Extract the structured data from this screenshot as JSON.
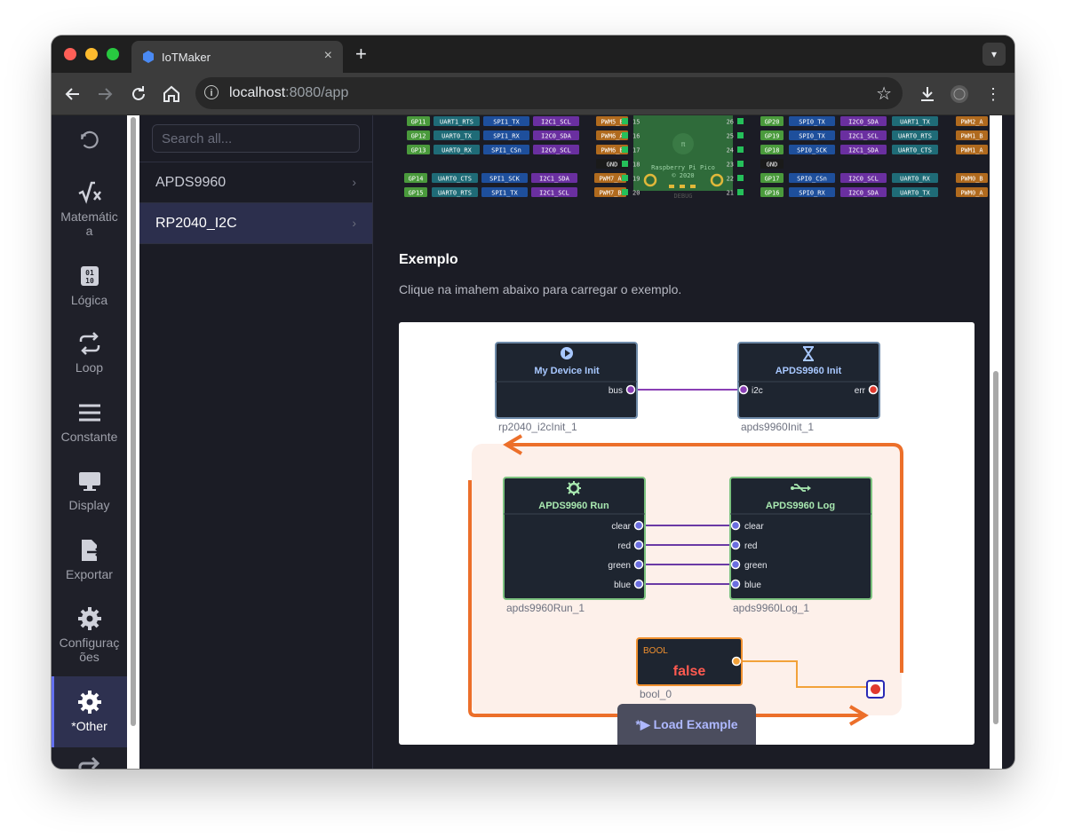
{
  "browser": {
    "tab_title": "IoTMaker",
    "tab_close": "×",
    "new_tab": "+",
    "url_host": "localhost",
    "url_path": ":8080/app"
  },
  "leftnav": {
    "items": [
      {
        "label": "Matemátic\na",
        "icon": "sqrt-x-icon"
      },
      {
        "label": "Lógica",
        "icon": "binary-icon"
      },
      {
        "label": "Loop",
        "icon": "loop-icon"
      },
      {
        "label": "Constante",
        "icon": "menu-lines-icon"
      },
      {
        "label": "Display",
        "icon": "monitor-icon"
      },
      {
        "label": "Exportar",
        "icon": "file-export-icon"
      },
      {
        "label": "Configuraç\nões",
        "icon": "gear-icon"
      },
      {
        "label": "*Other",
        "icon": "gear-icon",
        "active": true
      }
    ]
  },
  "library": {
    "search_placeholder": "Search all...",
    "items": [
      {
        "label": "APDS9960"
      },
      {
        "label": "RP2040_I2C",
        "selected": true
      }
    ],
    "chevron": "›"
  },
  "pinout": {
    "left_rows": [
      [
        "GP11",
        "UART1_RTS",
        "SPI1_TX",
        "I2C1_SCL",
        "PWM5_B",
        "15"
      ],
      [
        "GP12",
        "UART0_TX",
        "SPI1_RX",
        "I2C0_SDA",
        "PWM6_A",
        "16"
      ],
      [
        "GP13",
        "UART0_RX",
        "SPI1_CSn",
        "I2C0_SCL",
        "PWM6_B",
        "17"
      ],
      [
        "",
        "",
        "",
        "",
        "GND",
        "18"
      ],
      [
        "GP14",
        "UART0_CTS",
        "SPI1_SCK",
        "I2C1_SDA",
        "PWM7_A",
        "19"
      ],
      [
        "GP15",
        "UART0_RTS",
        "SPI1_TX",
        "I2C1_SCL",
        "PWM7_B",
        "20"
      ]
    ],
    "right_rows": [
      [
        "26",
        "GP20",
        "SPI0_TX",
        "I2C0_SDA",
        "UART1_TX",
        "PWM2_A"
      ],
      [
        "25",
        "GP19",
        "SPI0_TX",
        "I2C1_SCL",
        "UART0_RTS",
        "PWM1_B"
      ],
      [
        "24",
        "GP18",
        "SPI0_SCK",
        "I2C1_SDA",
        "UART0_CTS",
        "PWM1_A"
      ],
      [
        "23",
        "GND",
        "",
        "",
        "",
        ""
      ],
      [
        "22",
        "GP17",
        "SPI0_CSn",
        "I2C0_SCL",
        "UART0_RX",
        "PWM0_B"
      ],
      [
        "21",
        "GP16",
        "SPI0_RX",
        "I2C0_SDA",
        "UART0_TX",
        "PWM0_A"
      ]
    ],
    "board_label": "Raspberry Pi Pico",
    "board_sub": "© 2020",
    "debug_label": "DEBUG",
    "colors": {
      "gp": "#4a9a3c",
      "uart": "#1f6b77",
      "spi": "#1e4f9c",
      "i2c": "#6a2fa0",
      "pwm": "#b06a1e",
      "gnd": "#1a1a1a",
      "board": "#2f6b3a"
    }
  },
  "example": {
    "heading": "Exemplo",
    "description": "Clique na imahem abaixo para carregar o exemplo.",
    "nodes": {
      "init": {
        "title": "My Device Init",
        "port_out": "bus",
        "caption": "rp2040_i2cInit_1",
        "icon": "play-circle-icon"
      },
      "apds_init": {
        "title": "APDS9960 Init",
        "port_in": "i2c",
        "port_out": "err",
        "caption": "apds9960Init_1",
        "icon": "hourglass-icon"
      },
      "run": {
        "title": "APDS9960 Run",
        "ports": [
          "clear",
          "red",
          "green",
          "blue"
        ],
        "caption": "apds9960Run_1",
        "icon": "gear-icon"
      },
      "log": {
        "title": "APDS9960 Log",
        "ports": [
          "clear",
          "red",
          "green",
          "blue"
        ],
        "caption": "apds9960Log_1",
        "icon": "usb-icon"
      },
      "bool": {
        "type": "BOOL",
        "value": "false",
        "caption": "bool_0"
      }
    },
    "load_button": "*▶ Load Example",
    "colors": {
      "node_bg": "#1e2530",
      "node_border_blue": "#6e8aa8",
      "node_border_green": "#7cc27f",
      "title_blue": "#a8c8ff",
      "title_green": "#a8e8b0",
      "wire_purple": "#8a3fb5",
      "wire_orange": "#f2a23a",
      "loop_orange": "#ec6f2a",
      "loop_bg": "#fdf0ea",
      "err_red": "#e03a2f",
      "port_purple": "#6b6ee0",
      "bool_border": "#f0902f",
      "bool_value": "#ff5a50"
    }
  }
}
